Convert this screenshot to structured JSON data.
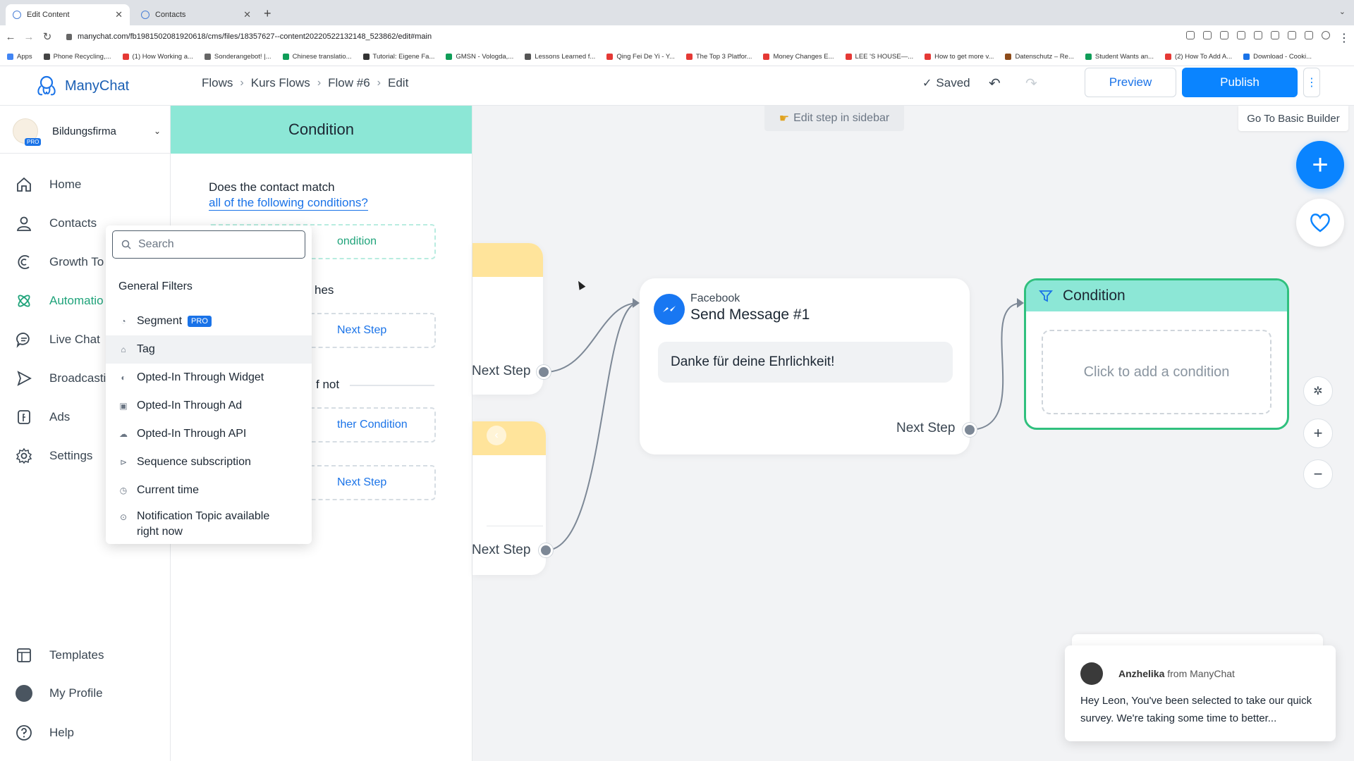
{
  "browser": {
    "tabs": [
      {
        "label": "Edit Content",
        "active": true
      },
      {
        "label": "Contacts",
        "active": false
      }
    ],
    "url": "manychat.com/fb198150208192061​8/cms/files/18357627--content20220522132148_523862/edit#main",
    "bookmarks": [
      "Apps",
      "Phone Recycling,...",
      "(1) How Working a...",
      "Sonderangebot! |...",
      "Chinese translatio...",
      "Tutorial: Eigene Fa...",
      "GMSN - Vologda,...",
      "Lessons Learned f...",
      "Qing Fei De Yi - Y...",
      "The Top 3 Platfor...",
      "Money Changes E...",
      "LEE 'S HOUSE—...",
      "How to get more v...",
      "Datenschutz – Re...",
      "Student Wants an...",
      "(2) How To Add A...",
      "Download - Cooki..."
    ]
  },
  "header": {
    "brand": "ManyChat",
    "breadcrumb": [
      "Flows",
      "Kurs Flows",
      "Flow #6",
      "Edit"
    ],
    "saved_label": "Saved",
    "preview_label": "Preview",
    "publish_label": "Publish",
    "more_label": "⋮"
  },
  "account": {
    "name": "Bildungsfirma",
    "badge": "PRO"
  },
  "nav": {
    "items": [
      {
        "label": "Home",
        "icon": "home-icon"
      },
      {
        "label": "Contacts",
        "icon": "user-icon"
      },
      {
        "label": "Growth To",
        "icon": "growth-tools-icon"
      },
      {
        "label": "Automatio",
        "icon": "automation-icon"
      },
      {
        "label": "Live Chat",
        "icon": "chat-icon"
      },
      {
        "label": "Broadcasti",
        "icon": "broadcast-icon"
      },
      {
        "label": "Ads",
        "icon": "ads-icon"
      },
      {
        "label": "Settings",
        "icon": "gear-icon"
      }
    ],
    "bottom": [
      {
        "label": "Templates",
        "icon": "templates-icon"
      },
      {
        "label": "My Profile",
        "icon": "avatar"
      },
      {
        "label": "Help",
        "icon": "help-icon"
      }
    ]
  },
  "condition_panel": {
    "title": "Condition",
    "question": "Does the contact match",
    "match_link": "all of the following conditions?",
    "add_condition_partial": "ondition",
    "matches_partial": "hes",
    "next_step_partial_1": "Next Step",
    "if_not_partial": "f not",
    "another_condition_partial": "ther Condition",
    "next_step_partial_2": "Next Step"
  },
  "filter_dropdown": {
    "search_placeholder": "Search",
    "section_title": "General Filters",
    "items": [
      {
        "label": "Segment",
        "badge": "PRO",
        "icon": "segment-icon"
      },
      {
        "label": "Tag",
        "icon": "tag-icon",
        "hovered": true
      },
      {
        "label": "Opted-In Through Widget",
        "icon": "widget-icon"
      },
      {
        "label": "Opted-In Through Ad",
        "icon": "ad-icon"
      },
      {
        "label": "Opted-In Through API",
        "icon": "api-icon"
      },
      {
        "label": "Sequence subscription",
        "icon": "sequence-icon"
      },
      {
        "label": "Current time",
        "icon": "clock-icon"
      },
      {
        "label": "Notification Topic available right now",
        "icon": "notification-icon"
      }
    ]
  },
  "canvas": {
    "edit_hint": "Edit step in sidebar",
    "go_basic": "Go To Basic Builder",
    "partial_next_step_1": "Next Step",
    "partial_next_step_2": "Next Step",
    "fb_node": {
      "platform": "Facebook",
      "title": "Send Message #1",
      "message": "Danke für deine Ehrlichkeit!",
      "next_step": "Next Step"
    },
    "condition_node": {
      "title": "Condition",
      "placeholder": "Click to add a condition"
    }
  },
  "chat_popup": {
    "sender": "Anzhelika",
    "from_text": "from ManyChat",
    "message": "Hey Leon,  You've been selected to take our quick survey. We're taking some time to better..."
  },
  "colors": {
    "primary": "#0a84ff",
    "accent_green": "#1fa37a",
    "condition_teal": "#8ce7d6",
    "node_yellow": "#ffe49b"
  }
}
